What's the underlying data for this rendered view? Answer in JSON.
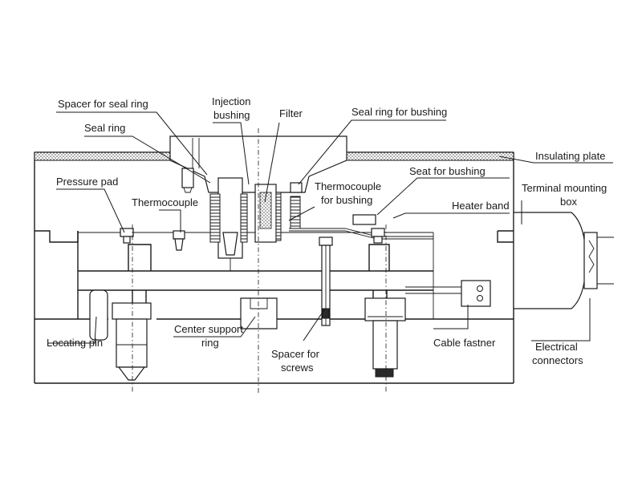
{
  "labels": {
    "spacer_seal_ring": "Spacer for seal ring",
    "injection_1": "Injection",
    "injection_2": "bushing",
    "filter": "Filter",
    "seal_ring_bushing": "Seal ring for bushing",
    "seal_ring": "Seal ring",
    "insulating_plate": "Insulating plate",
    "seat_bushing": "Seat for bushing",
    "pressure_pad": "Pressure pad",
    "thermo_bushing_1": "Thermocouple",
    "thermo_bushing_2": "for bushing",
    "terminal_box_1": "Terminal mounting",
    "terminal_box_2": "box",
    "thermocouple": "Thermocouple",
    "heater_band": "Heater band",
    "locating_pin": "Locating pin",
    "center_support_1": "Center support",
    "center_support_2": "ring",
    "cable_fastner": "Cable fastner",
    "spacer_screws_1": "Spacer for",
    "spacer_screws_2": "screws",
    "electrical_1": "Electrical",
    "electrical_2": "connectors"
  },
  "colors": {
    "line": "#1a1a1a",
    "background": "#ffffff",
    "hatch": "#555555"
  }
}
